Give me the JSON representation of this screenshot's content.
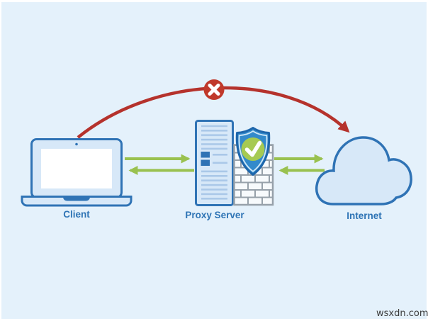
{
  "nodes": {
    "client": {
      "label": "Client"
    },
    "proxy": {
      "label": "Proxy Server"
    },
    "internet": {
      "label": "Internet"
    }
  },
  "watermark": {
    "text": "wsxdn.com"
  },
  "colors": {
    "frame": "#ffffff",
    "background": "#e4f1fb",
    "blue": "#2f73b5",
    "lightblue": "#d7e8f8",
    "slat": "#aac8e8",
    "green": "#99c14f",
    "red": "#b5322c",
    "badge-red": "#c0392b",
    "shield-blue": "#338acb",
    "shield-border": "#1e66ab",
    "shield-inner": "#cfe7f7",
    "check-green": "#a6ca52",
    "brick-gray": "#97a1aa",
    "brick-fill": "#f7fafc",
    "label-blue": "#2e74b5",
    "watermark-gray": "#3b3b3b"
  }
}
